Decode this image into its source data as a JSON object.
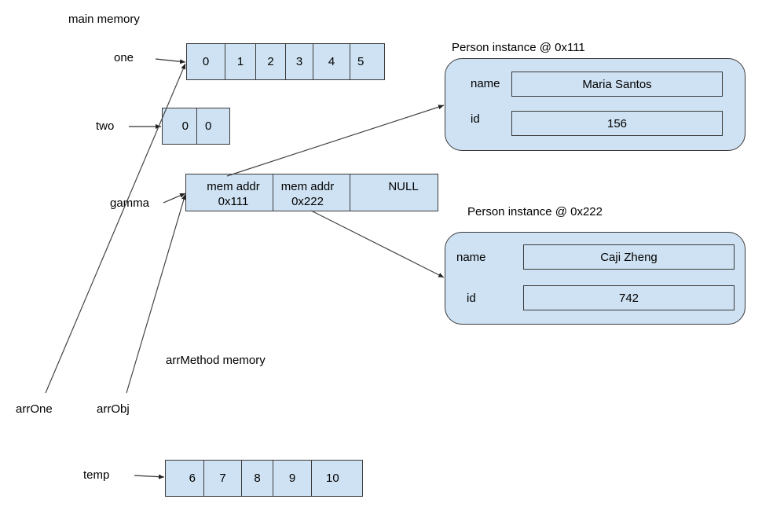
{
  "section_labels": {
    "main": "main memory",
    "method": "arrMethod memory"
  },
  "variables": {
    "one": "one",
    "two": "two",
    "gamma": "gamma",
    "arrOne": "arrOne",
    "arrObj": "arrObj",
    "temp": "temp"
  },
  "arrays": {
    "one": [
      "0",
      "1",
      "2",
      "3",
      "4",
      "5"
    ],
    "two": [
      "0",
      "0"
    ],
    "gamma": [
      {
        "line1": "mem addr",
        "line2": "0x111"
      },
      {
        "line1": "mem addr",
        "line2": "0x222"
      },
      {
        "line1": "NULL",
        "line2": ""
      }
    ],
    "temp": [
      "6",
      "7",
      "8",
      "9",
      "10"
    ]
  },
  "objects": [
    {
      "title": "Person instance @ 0x111",
      "fields": [
        {
          "label": "name",
          "value": "Maria Santos"
        },
        {
          "label": "id",
          "value": "156"
        }
      ]
    },
    {
      "title": "Person instance @ 0x222",
      "fields": [
        {
          "label": "name",
          "value": "Caji Zheng"
        },
        {
          "label": "id",
          "value": "742"
        }
      ]
    }
  ],
  "references": [
    {
      "from": "one",
      "to": "array-one"
    },
    {
      "from": "two",
      "to": "array-two"
    },
    {
      "from": "gamma",
      "to": "array-gamma"
    },
    {
      "from": "arrOne",
      "to": "array-one"
    },
    {
      "from": "arrObj",
      "to": "array-gamma"
    },
    {
      "from": "temp",
      "to": "array-temp"
    },
    {
      "from": "gamma[0]",
      "to": "Person instance @ 0x111"
    },
    {
      "from": "gamma[1]",
      "to": "Person instance @ 0x222"
    }
  ],
  "colors": {
    "box_fill": "#cfe2f3",
    "stroke": "#3a3a3a"
  }
}
